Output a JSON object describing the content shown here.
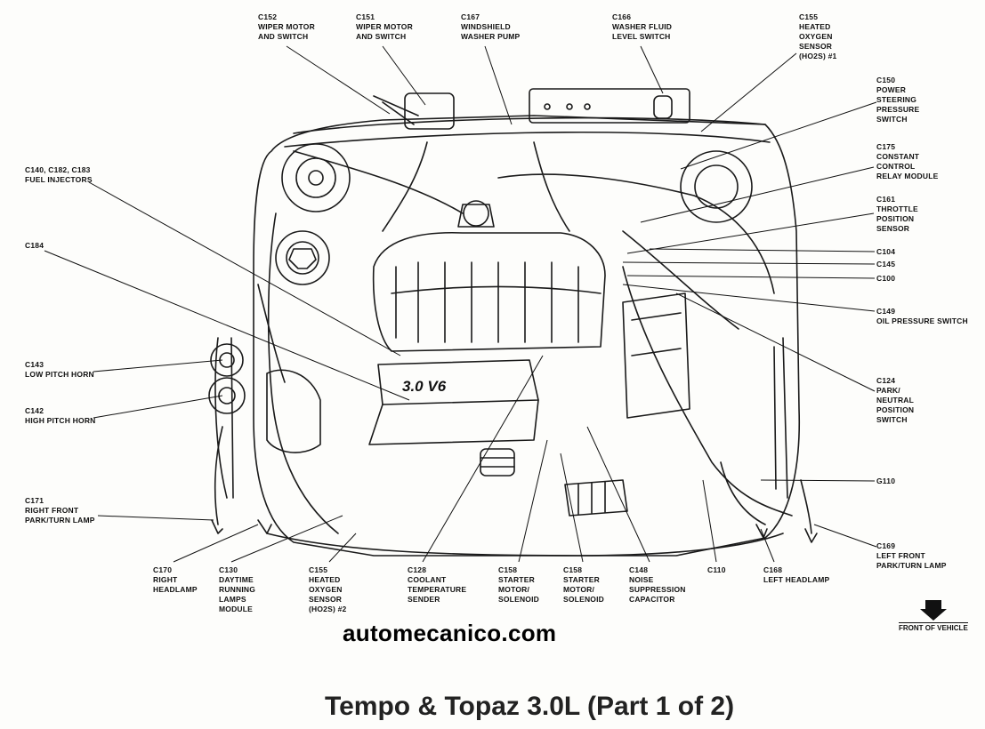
{
  "caption": "Tempo & Topaz 3.0L (Part 1 of 2)",
  "watermark": "automecanico.com",
  "engine_badge": "3.0 V6",
  "front_of_vehicle": "FRONT OF VEHICLE",
  "labels": {
    "c152": "C152\nWIPER MOTOR\nAND SWITCH",
    "c151": "C151\nWIPER MOTOR\nAND SWITCH",
    "c167": "C167\nWINDSHIELD\nWASHER PUMP",
    "c166": "C166\nWASHER FLUID\nLEVEL SWITCH",
    "c155_top": "C155\nHEATED\nOXYGEN\nSENSOR\n(HO2S) #1",
    "c150": "C150\nPOWER\nSTEERING\nPRESSURE\nSWITCH",
    "c175": "C175\nCONSTANT\nCONTROL\nRELAY MODULE",
    "c161": "C161\nTHROTTLE\nPOSITION\nSENSOR",
    "c104": "C104",
    "c145": "C145",
    "c100": "C100",
    "c149": "C149\nOIL PRESSURE SWITCH",
    "c124": "C124\nPARK/\nNEUTRAL\nPOSITION\nSWITCH",
    "g110": "G110",
    "c169": "C169\nLEFT FRONT\nPARK/TURN LAMP",
    "c168": "C168\nLEFT HEADLAMP",
    "c110": "C110",
    "c148": "C148\nNOISE\nSUPPRESSION\nCAPACITOR",
    "c158a": "C158\nSTARTER\nMOTOR/\nSOLENOID",
    "c158b": "C158\nSTARTER\nMOTOR/\nSOLENOID",
    "c128": "C128\nCOOLANT\nTEMPERATURE\nSENDER",
    "c155_bottom": "C155\nHEATED\nOXYGEN\nSENSOR\n(HO2S) #2",
    "c130": "C130\nDAYTIME\nRUNNING\nLAMPS\nMODULE",
    "c170": "C170\nRIGHT\nHEADLAMP",
    "c171": "C171\nRIGHT FRONT\nPARK/TURN LAMP",
    "c142": "C142\nHIGH PITCH HORN",
    "c143": "C143\nLOW PITCH HORN",
    "c184": "C184",
    "c140": "C140, C182, C183\nFUEL INJECTORS"
  }
}
